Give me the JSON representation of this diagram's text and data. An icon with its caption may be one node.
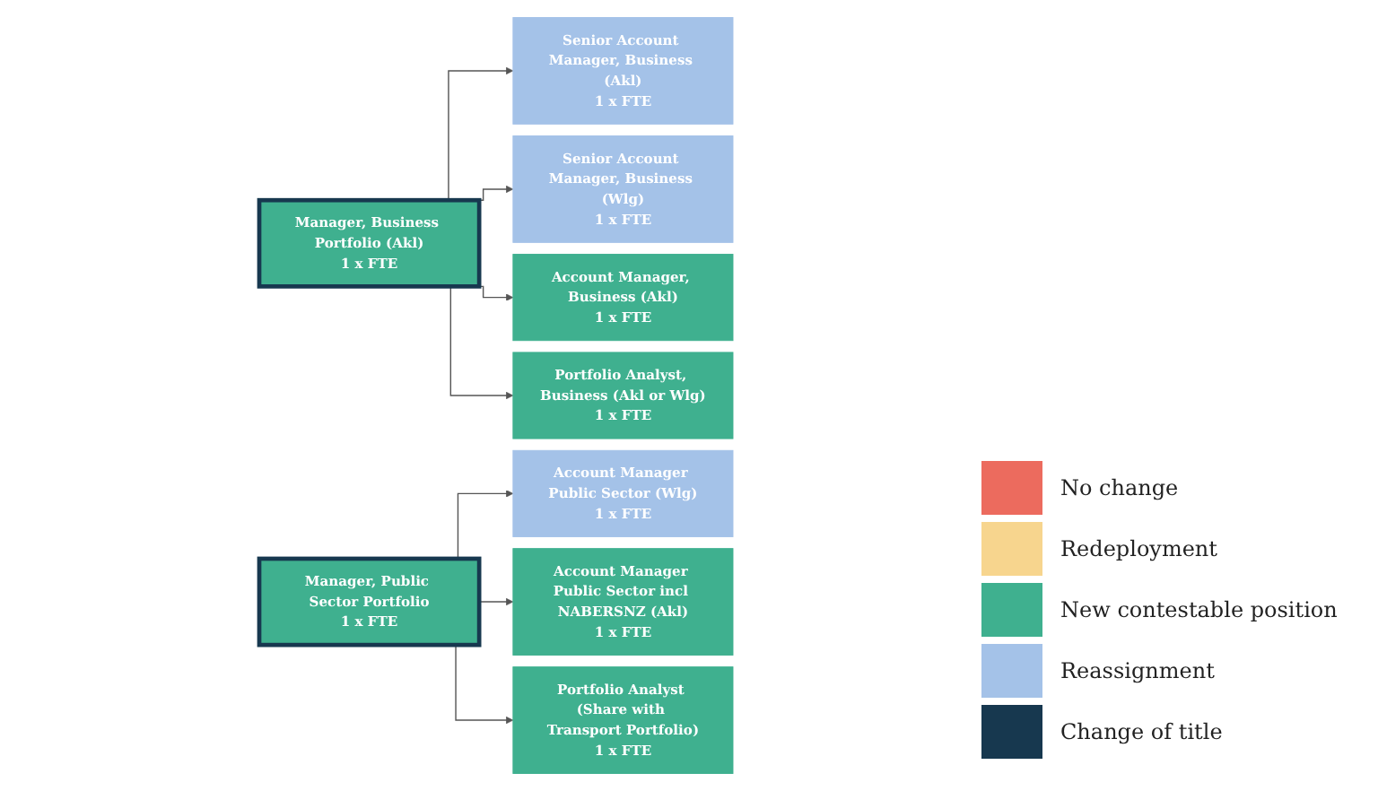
{
  "diagram": {
    "nodes": [
      {
        "text": [
          "Manager, Business Portfolio (Akl)",
          "1 x FTE"
        ]
      },
      {
        "text": [
          "Senior Account Manager, Business (Akl)",
          "1 x FTE"
        ]
      },
      {
        "text": [
          "Senior Account Manager, Business (Wlg)",
          "1 x FTE"
        ]
      },
      {
        "text": [
          "Account Manager, Business (Akl)",
          "1 x FTE"
        ]
      },
      {
        "text": [
          "Portfolio Analyst, Business (Akl or Wlg)",
          "1 x FTE"
        ]
      },
      {
        "text": [
          "Manager, Public Sector Portfolio",
          "1 x FTE"
        ]
      },
      {
        "text": [
          "Account Manager Public Sector (Wlg)",
          "1 x FTE"
        ]
      },
      {
        "text": [
          "Account Manager Public Sector incl NABERSNZ (Akl)",
          "1 x FTE"
        ]
      },
      {
        "text": [
          "Portfolio Analyst (Share with Transport Portfolio)",
          "1 x FTE"
        ]
      }
    ],
    "edges": [
      {
        "from": 0,
        "to": 1,
        "arrow": "to"
      },
      {
        "from": 0,
        "to": 2,
        "arrow": "to"
      },
      {
        "from": 0,
        "to": 3,
        "arrow": "to"
      },
      {
        "from": 0,
        "to": 4,
        "arrow": "to"
      },
      {
        "from": 5,
        "to": 6,
        "arrow": "to"
      },
      {
        "from": 5,
        "to": 7,
        "arrow": "to"
      },
      {
        "from": 5,
        "to": 8,
        "arrow": "to"
      }
    ],
    "legend": [
      {
        "text": "No change",
        "color": "#ec6b5e"
      },
      {
        "text": "Redeployment",
        "color": "#f7d58e"
      },
      {
        "text": "New contestable position",
        "color": "#3fb08f"
      },
      {
        "text": "Reassignment",
        "color": "#a4c2e8"
      },
      {
        "text": "Change of title",
        "color": "#17384f"
      }
    ]
  }
}
